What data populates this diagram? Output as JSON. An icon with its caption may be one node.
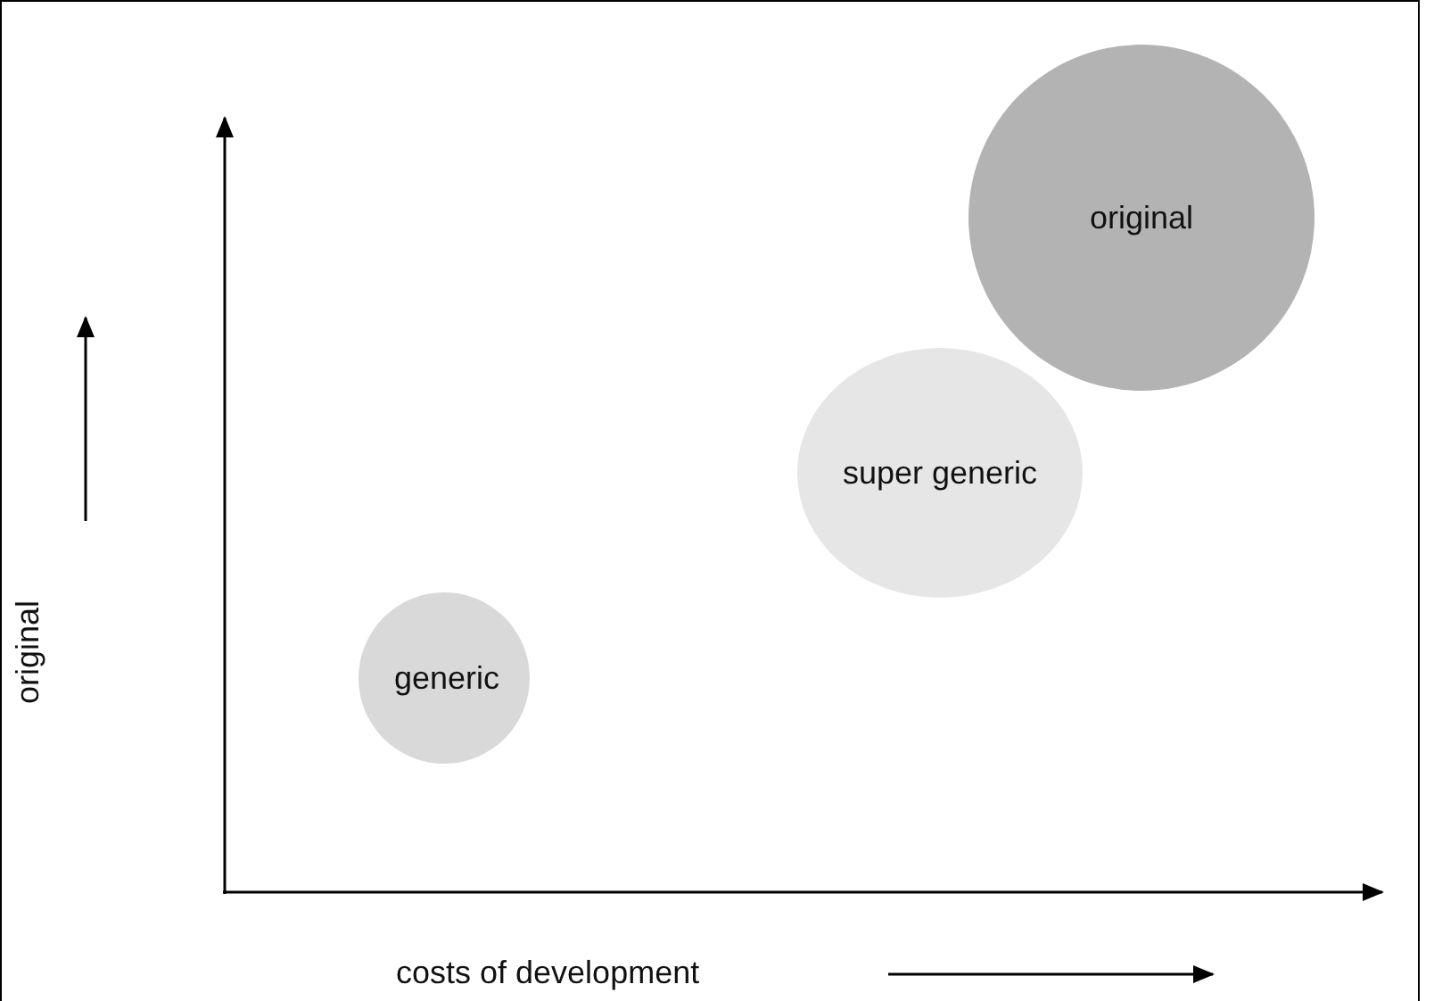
{
  "diagram": {
    "nodes": [
      {
        "text": [
          "original"
        ]
      },
      {
        "text": [
          "super generic"
        ]
      },
      {
        "text": [
          "generic"
        ]
      }
    ],
    "labels": [
      "original",
      "costs of development"
    ]
  }
}
